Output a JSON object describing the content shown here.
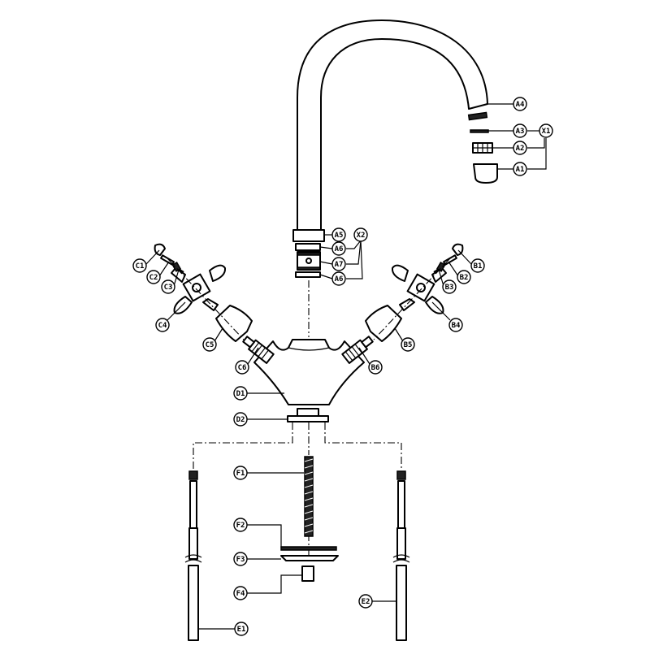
{
  "labels": {
    "A1": "A1",
    "A2": "A2",
    "A3": "A3",
    "A4": "A4",
    "A5": "A5",
    "A6a": "A6",
    "A7": "A7",
    "A6b": "A6",
    "X1": "X1",
    "X2": "X2",
    "B1": "B1",
    "B2": "B2",
    "B3": "B3",
    "B4": "B4",
    "B5": "B5",
    "B6": "B6",
    "C1": "C1",
    "C2": "C2",
    "C3": "C3",
    "C4": "C4",
    "C5": "C5",
    "C6": "C6",
    "D1": "D1",
    "D2": "D2",
    "E1": "E1",
    "E2": "E2",
    "F1": "F1",
    "F2": "F2",
    "F3": "F3",
    "F4": "F4"
  },
  "colors": {
    "line": "#000000",
    "background": "#ffffff"
  }
}
